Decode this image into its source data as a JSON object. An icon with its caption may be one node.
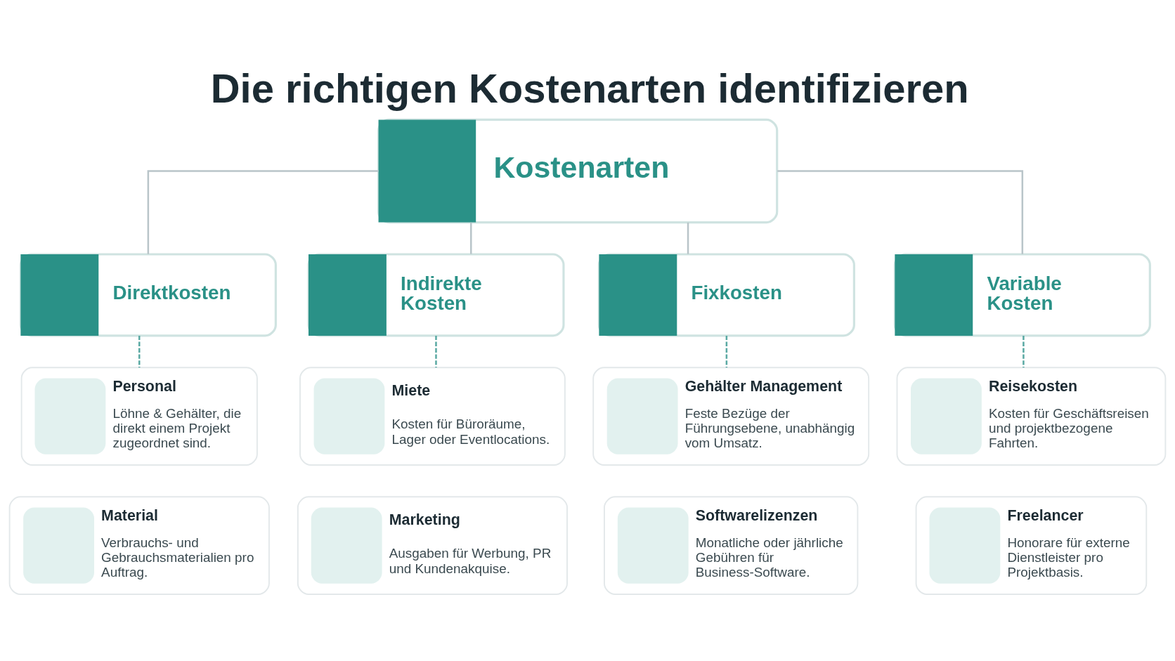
{
  "diagram": {
    "title": "Die richtigen Kostenarten identifizieren",
    "nodes": [
      {
        "text": [
          "Kostenarten"
        ]
      },
      {
        "text": [
          "Direktkosten"
        ]
      },
      {
        "text": [
          "Indirekte Kosten"
        ]
      },
      {
        "text": [
          "Fixkosten"
        ]
      },
      {
        "text": [
          "Variable Kosten"
        ]
      },
      {
        "text": [
          "Personal",
          "Löhne & Gehälter, die direkt einem Projekt zugeordnet sind."
        ]
      },
      {
        "text": [
          "Miete",
          "Kosten für Büroräume, Lager oder Eventlocations."
        ]
      },
      {
        "text": [
          "Gehälter Management",
          "Feste Bezüge der Führungsebene, unabhängig vom Umsatz."
        ]
      },
      {
        "text": [
          "Reisekosten",
          "Kosten für Geschäftsreisen und projektbezogene Fahrten."
        ]
      },
      {
        "text": [
          "Material",
          "Verbrauchs- und Gebrauchsmaterialien pro Auftrag."
        ]
      },
      {
        "text": [
          "Marketing",
          "Ausgaben für Werbung, PR und Kundenakquise."
        ]
      },
      {
        "text": [
          "Softwarelizenzen",
          "Monatliche oder jährliche Gebühren für Business-Software."
        ]
      },
      {
        "text": [
          "Freelancer",
          "Honorare für externe Dienstleister pro Projektbasis."
        ]
      }
    ],
    "edges": [
      {
        "from": 0,
        "to": 1,
        "arrow": "none"
      },
      {
        "from": 0,
        "to": 2,
        "arrow": "none"
      },
      {
        "from": 0,
        "to": 3,
        "arrow": "none"
      },
      {
        "from": 0,
        "to": 4,
        "arrow": "none"
      },
      {
        "from": 1,
        "to": 5,
        "arrow": "none",
        "style": "dashed",
        "color": "#5aa9a3"
      },
      {
        "from": 2,
        "to": 6,
        "arrow": "none",
        "style": "dashed",
        "color": "#5aa9a3"
      },
      {
        "from": 3,
        "to": 7,
        "arrow": "none",
        "style": "dashed",
        "color": "#5aa9a3"
      },
      {
        "from": 4,
        "to": 8,
        "arrow": "none",
        "style": "dashed",
        "color": "#5aa9a3"
      }
    ]
  }
}
